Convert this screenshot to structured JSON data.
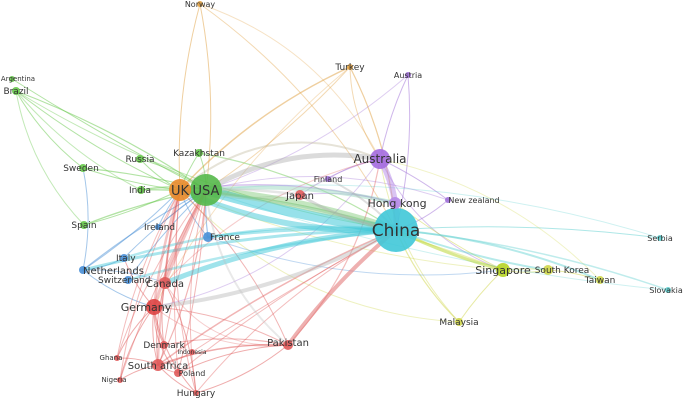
{
  "colors": {
    "china": "#40c8d8",
    "usa": "#55b84a",
    "uk": "#e88a2a",
    "australia": "#a46be0",
    "hongkong": "#b58ae8",
    "singapore": "#b6d424",
    "germany": "#dd4444",
    "blue": "#4a8fd6",
    "green": "#66c84a",
    "red": "#e05a5a",
    "yellow": "#cfd64a",
    "cyan": "#5ed0d0",
    "orange": "#e0a040",
    "purple": "#a070d8"
  },
  "nodes": [
    {
      "id": "china",
      "label": "China"
    },
    {
      "id": "usa",
      "label": "USA"
    },
    {
      "id": "uk",
      "label": "UK"
    },
    {
      "id": "australia",
      "label": "Australia"
    },
    {
      "id": "hongkong",
      "label": "Hong kong"
    },
    {
      "id": "singapore",
      "label": "Singapore"
    },
    {
      "id": "germany",
      "label": "Germany"
    },
    {
      "id": "canada",
      "label": "Canada"
    },
    {
      "id": "southafrica",
      "label": "South africa"
    },
    {
      "id": "pakistan",
      "label": "Pakistan"
    },
    {
      "id": "japan",
      "label": "Japan"
    },
    {
      "id": "france",
      "label": "France"
    },
    {
      "id": "netherlands",
      "label": "Netherlands"
    },
    {
      "id": "italy",
      "label": "Italy"
    },
    {
      "id": "switzerland",
      "label": "Switzerland"
    },
    {
      "id": "ireland",
      "label": "Ireland"
    },
    {
      "id": "spain",
      "label": "Spain"
    },
    {
      "id": "india",
      "label": "India"
    },
    {
      "id": "sweden",
      "label": "Sweden"
    },
    {
      "id": "russia",
      "label": "Russia"
    },
    {
      "id": "kazakhstan",
      "label": "Kazakhstan"
    },
    {
      "id": "brazil",
      "label": "Brazil"
    },
    {
      "id": "argentina",
      "label": "Argentina"
    },
    {
      "id": "norway",
      "label": "Norway"
    },
    {
      "id": "turkey",
      "label": "Turkey"
    },
    {
      "id": "austria",
      "label": "Austria"
    },
    {
      "id": "finland",
      "label": "Finland"
    },
    {
      "id": "newzealand",
      "label": "New zealand"
    },
    {
      "id": "southkorea",
      "label": "South Korea"
    },
    {
      "id": "taiwan",
      "label": "Taiwan"
    },
    {
      "id": "serbia",
      "label": "Serbia"
    },
    {
      "id": "slovakia",
      "label": "Slovakia"
    },
    {
      "id": "malaysia",
      "label": "Malaysia"
    },
    {
      "id": "denmark",
      "label": "Denmark"
    },
    {
      "id": "indonesia",
      "label": "Indonesia"
    },
    {
      "id": "poland",
      "label": "Poland"
    },
    {
      "id": "hungary",
      "label": "Hungary"
    },
    {
      "id": "ghana",
      "label": "Ghana"
    },
    {
      "id": "nigeria",
      "label": "Nigeria"
    }
  ]
}
